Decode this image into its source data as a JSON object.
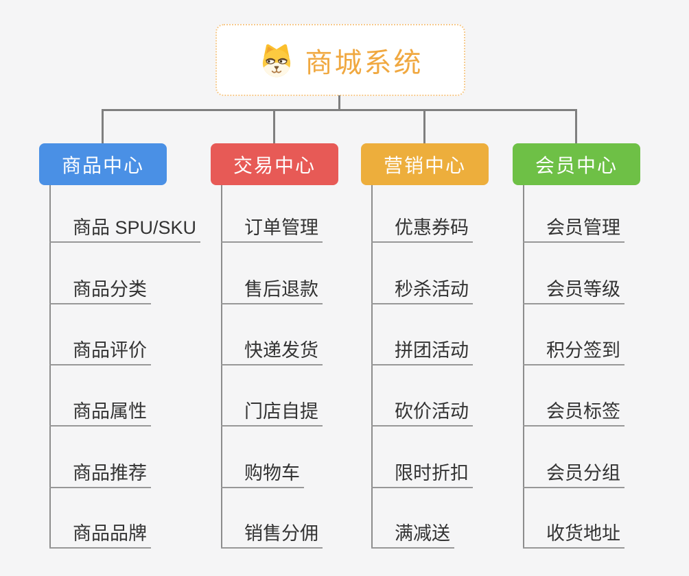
{
  "canvas": {
    "background": "#f5f5f6"
  },
  "root": {
    "title": "商城系统",
    "icon": "dog-face-icon",
    "title_color": "#f0a840",
    "border_color": "#f6c98b",
    "background": "#ffffff"
  },
  "connectors": {
    "color": "#7f7f7f",
    "vline_color": "#8c8c8c",
    "underline_color": "#979797"
  },
  "branches": [
    {
      "label": "商品中心",
      "color": "#4a90e5",
      "items": [
        "商品 SPU/SKU",
        "商品分类",
        "商品评价",
        "商品属性",
        "商品推荐",
        "商品品牌"
      ]
    },
    {
      "label": "交易中心",
      "color": "#e75a56",
      "items": [
        "订单管理",
        "售后退款",
        "快递发货",
        "门店自提",
        "购物车",
        "销售分佣"
      ]
    },
    {
      "label": "营销中心",
      "color": "#edae3c",
      "items": [
        "优惠券码",
        "秒杀活动",
        "拼团活动",
        "砍价活动",
        "限时折扣",
        "满减送"
      ]
    },
    {
      "label": "会员中心",
      "color": "#6ec046",
      "items": [
        "会员管理",
        "会员等级",
        "积分签到",
        "会员标签",
        "会员分组",
        "收货地址"
      ]
    }
  ]
}
